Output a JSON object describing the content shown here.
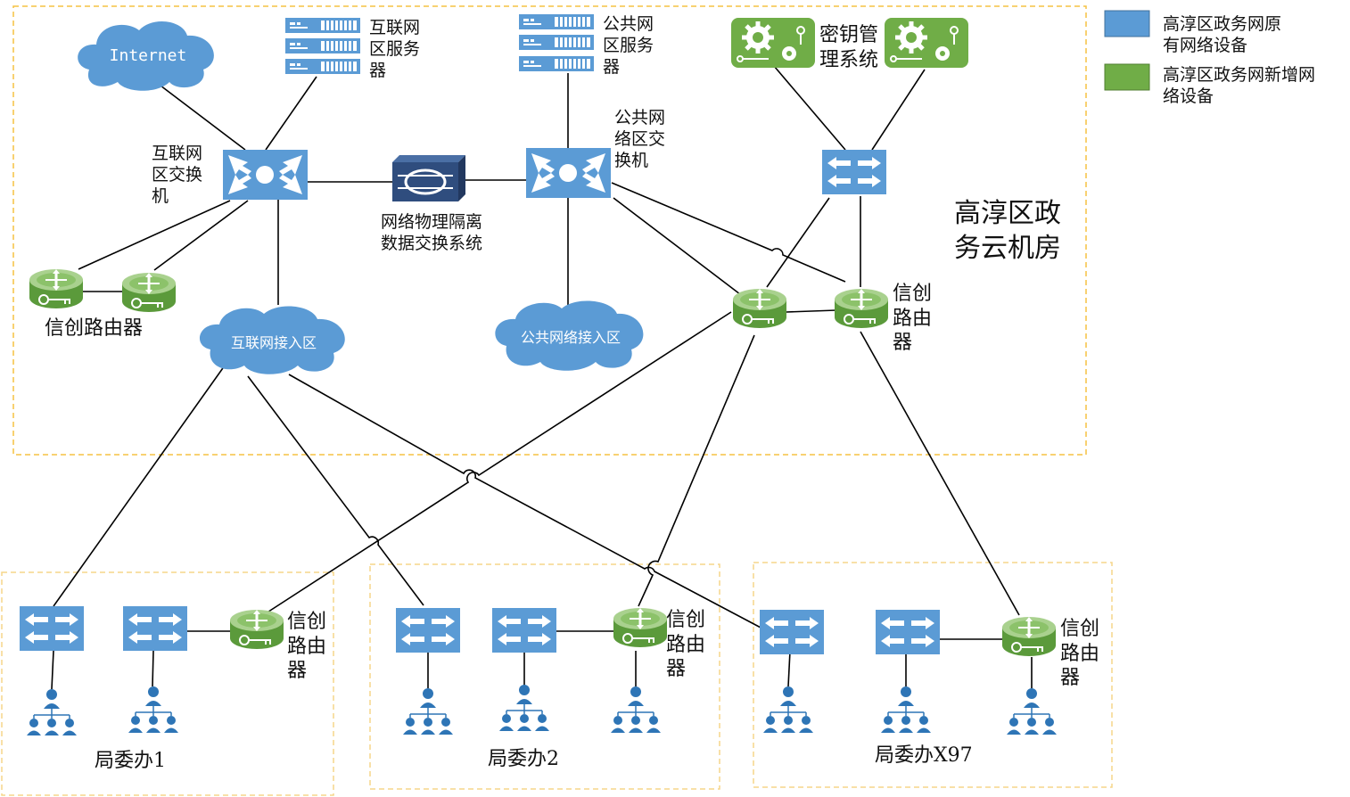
{
  "colors": {
    "legacy": "#5B9BD5",
    "new": "#70AD47",
    "border": "#F5C242"
  },
  "legend": [
    {
      "label": "高淳区政务网原\n有网络设备",
      "color": "#5B9BD5"
    },
    {
      "label": "高淳区政务网新增网\n络设备",
      "color": "#70AD47"
    }
  ],
  "datacenter": {
    "title": "高淳区政\n务云机房"
  },
  "clouds": {
    "internet": "Internet",
    "internet_access": "互联网接入区",
    "public_access": "公共网络接入区"
  },
  "labels": {
    "internet_servers": "互联网\n区服务\n器",
    "public_servers": "公共网\n区服务\n器",
    "key_mgmt": "密钥管\n理系统",
    "internet_switch": "互联网\n区交换\n机",
    "public_switch": "公共网\n络区交\n换机",
    "isolation": "网络物理隔离\n数据交换系统",
    "xc_router_left": "信创路由器",
    "xc_router_right": "信创\n路由\n器",
    "office1_router": "信创\n路由\n器",
    "office2_router": "信创\n路由\n器",
    "office3_router": "信创\n路由\n器"
  },
  "offices": [
    {
      "name": "局委办1"
    },
    {
      "name": "局委办2"
    },
    {
      "name": "局委办X97"
    }
  ]
}
